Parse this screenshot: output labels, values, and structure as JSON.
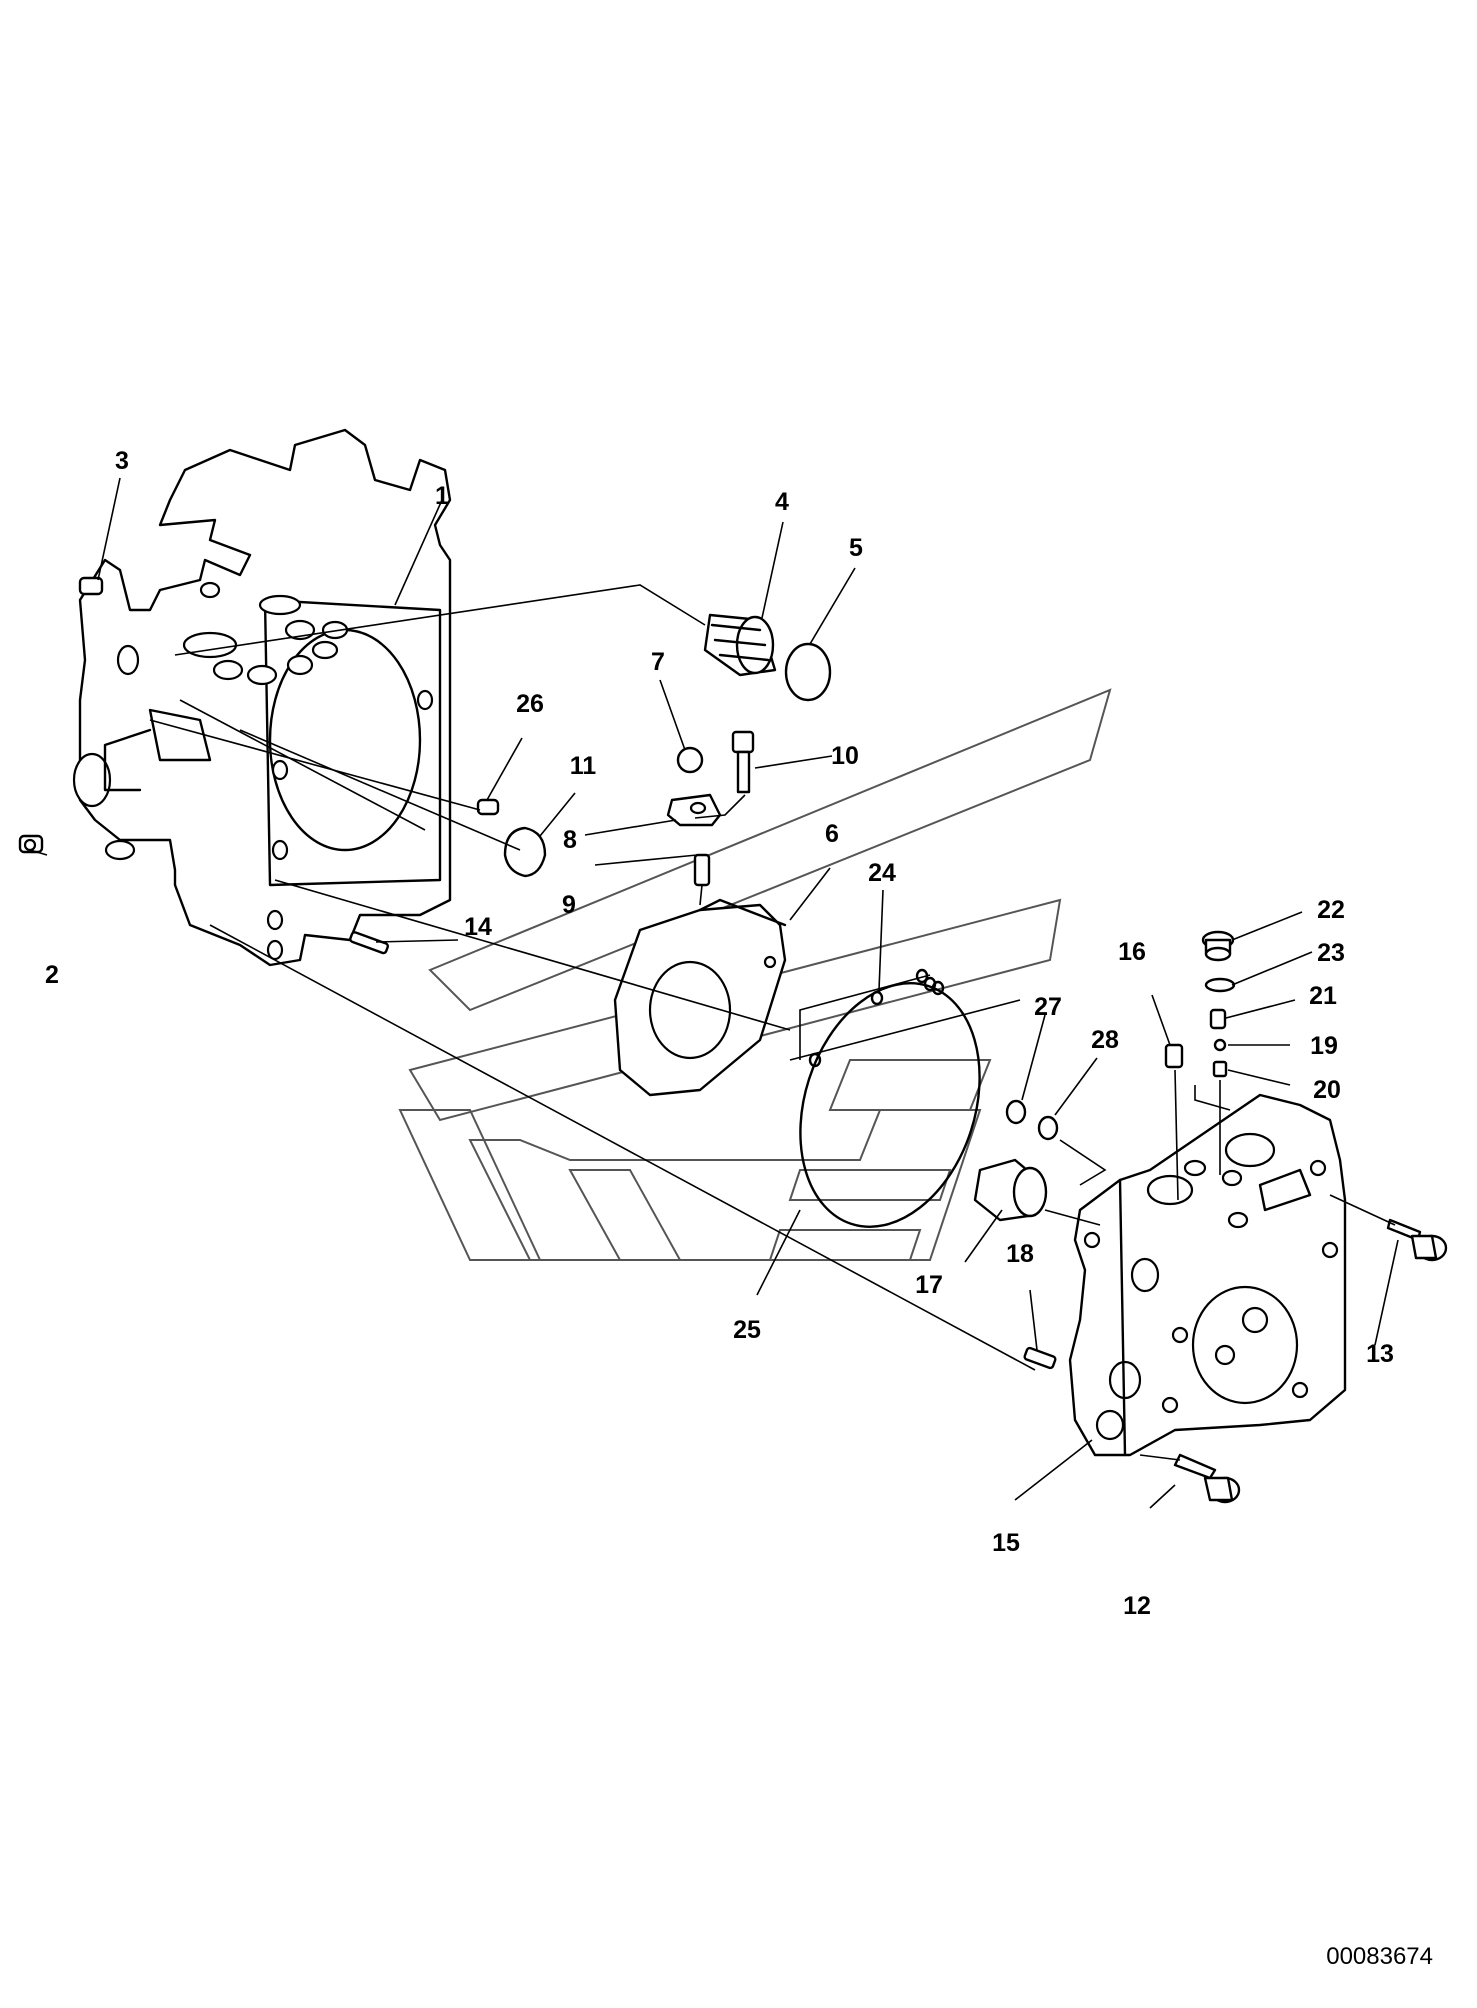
{
  "callouts": [
    {
      "id": "1",
      "label": "1"
    },
    {
      "id": "2",
      "label": "2"
    },
    {
      "id": "3",
      "label": "3"
    },
    {
      "id": "4",
      "label": "4"
    },
    {
      "id": "5",
      "label": "5"
    },
    {
      "id": "6",
      "label": "6"
    },
    {
      "id": "7",
      "label": "7"
    },
    {
      "id": "8",
      "label": "8"
    },
    {
      "id": "9",
      "label": "9"
    },
    {
      "id": "10",
      "label": "10"
    },
    {
      "id": "11",
      "label": "11"
    },
    {
      "id": "12",
      "label": "12"
    },
    {
      "id": "13",
      "label": "13"
    },
    {
      "id": "14",
      "label": "14"
    },
    {
      "id": "15",
      "label": "15"
    },
    {
      "id": "16",
      "label": "16"
    },
    {
      "id": "17",
      "label": "17"
    },
    {
      "id": "18",
      "label": "18"
    },
    {
      "id": "19",
      "label": "19"
    },
    {
      "id": "20",
      "label": "20"
    },
    {
      "id": "21",
      "label": "21"
    },
    {
      "id": "22",
      "label": "22"
    },
    {
      "id": "23",
      "label": "23"
    },
    {
      "id": "24",
      "label": "24"
    },
    {
      "id": "25",
      "label": "25"
    },
    {
      "id": "26",
      "label": "26"
    },
    {
      "id": "27",
      "label": "27"
    },
    {
      "id": "28",
      "label": "28"
    }
  ],
  "document_number": "00083674"
}
